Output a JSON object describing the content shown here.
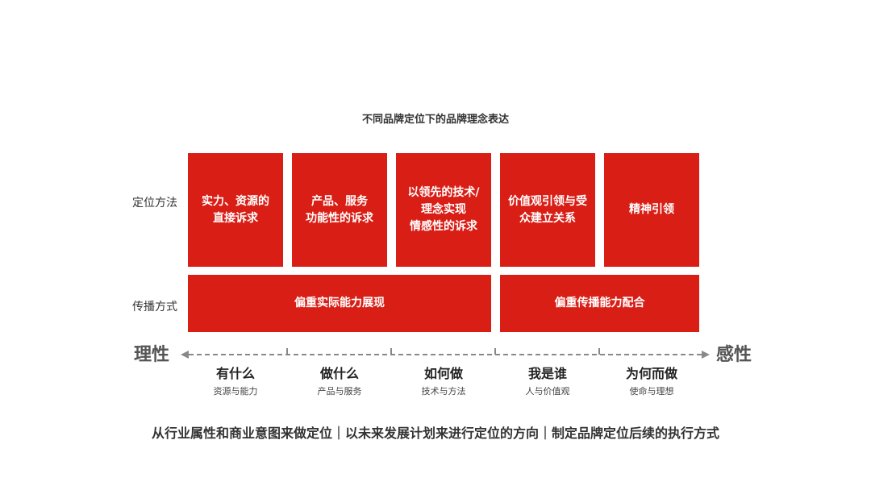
{
  "title": "不同品牌定位下的品牌理念表达",
  "row_labels": {
    "positioning": "定位方法",
    "communication": "传播方式"
  },
  "positioning_boxes": [
    {
      "text": "实力、资源的\n直接诉求"
    },
    {
      "text": "产品、服务\n功能性的诉求"
    },
    {
      "text": "以领先的技术/\n理念实现\n情感性的诉求"
    },
    {
      "text": "价值观引领与受\n众建立关系"
    },
    {
      "text": "精神引领"
    }
  ],
  "communication_boxes": [
    {
      "text": "偏重实际能力展现"
    },
    {
      "text": "偏重传播能力配合"
    }
  ],
  "axis": {
    "left_label": "理性",
    "right_label": "感性"
  },
  "columns": [
    {
      "main": "有什么",
      "sub": "资源与能力"
    },
    {
      "main": "做什么",
      "sub": "产品与服务"
    },
    {
      "main": "如何做",
      "sub": "技术与方法"
    },
    {
      "main": "我是谁",
      "sub": "人与价值观"
    },
    {
      "main": "为何而做",
      "sub": "使命与理想"
    }
  ],
  "footer": "从行业属性和商业意图来做定位｜以未来发展计划来进行定位的方向｜制定品牌定位后续的执行方式",
  "colors": {
    "accent": "#d91e16",
    "axis": "#888888"
  }
}
